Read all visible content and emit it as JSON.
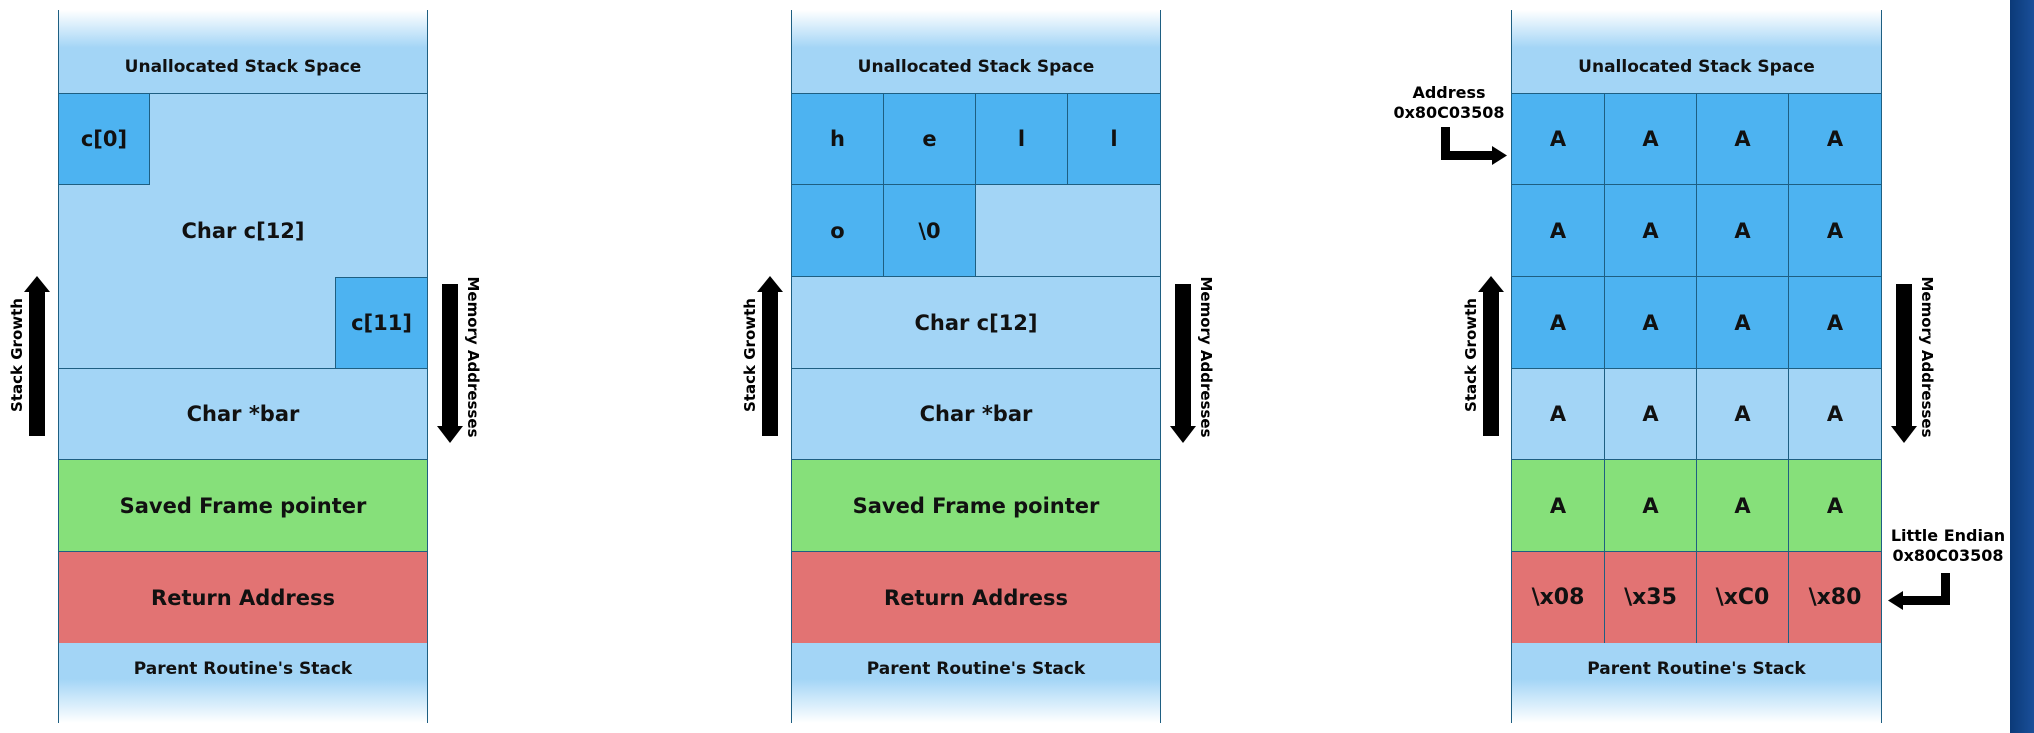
{
  "labels": {
    "unallocated": "Unallocated Stack Space",
    "char_c": "Char c[12]",
    "char_bar": "Char *bar",
    "saved_fp": "Saved Frame pointer",
    "return_address": "Return Address",
    "parent_stack": "Parent Routine's Stack",
    "stack_growth": "Stack Growth",
    "memory_addresses": "Memory Addresses",
    "c0": "c[0]",
    "c11": "c[11]"
  },
  "panel2": {
    "row1": [
      "h",
      "e",
      "l",
      "l"
    ],
    "row2": [
      "o",
      "\\0"
    ]
  },
  "panel3": {
    "grid": [
      [
        "A",
        "A",
        "A",
        "A"
      ],
      [
        "A",
        "A",
        "A",
        "A"
      ],
      [
        "A",
        "A",
        "A",
        "A"
      ],
      [
        "A",
        "A",
        "A",
        "A"
      ],
      [
        "A",
        "A",
        "A",
        "A"
      ]
    ],
    "return_bytes": [
      "\\x08",
      "\\x35",
      "\\xC0",
      "\\x80"
    ],
    "address_title": "Address",
    "address_value": "0x80C03508",
    "endian_title": "Little Endian",
    "endian_value": "0x80C03508"
  },
  "colors": {
    "light_blue": "#a3d5f6",
    "blue": "#4db3f1",
    "green": "#86e07a",
    "red": "#e27373"
  }
}
